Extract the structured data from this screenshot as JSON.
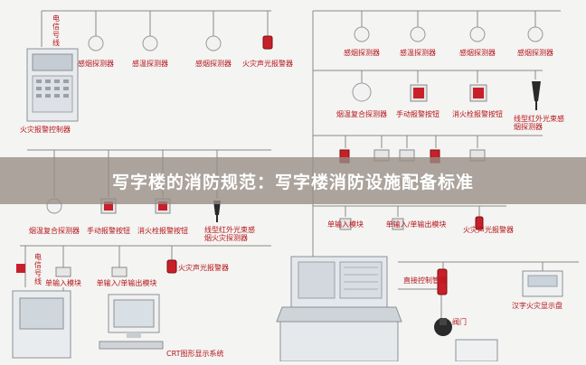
{
  "banner": {
    "title": "写字楼的消防规范：写字楼消防设施配备标准"
  },
  "labels": {
    "left_line_label": "电信号线",
    "left_line_label_lower": "电信号线",
    "controller": "火灾报警控制器",
    "smoke_detector": "感烟探测器",
    "temp_detector": "感温探测器",
    "flame_detector": "火灾声光报警器",
    "composite_detector": "烟温复合探测器",
    "manual_button": "手动报警按钮",
    "hydrant_button": "消火栓报警按钮",
    "ir_flame_detector": "线型红外光束感烟火灾探测器",
    "ir_flame_short": "线型红外光束感烟探测器",
    "input_module": "单输入模块",
    "io_module": "单输入/单输出模块",
    "crt_display": "CRT图形显示系统",
    "pipe_network": "直接控制管网",
    "valve": "阀门",
    "chinese_display": "汉字火灾显示盘"
  }
}
